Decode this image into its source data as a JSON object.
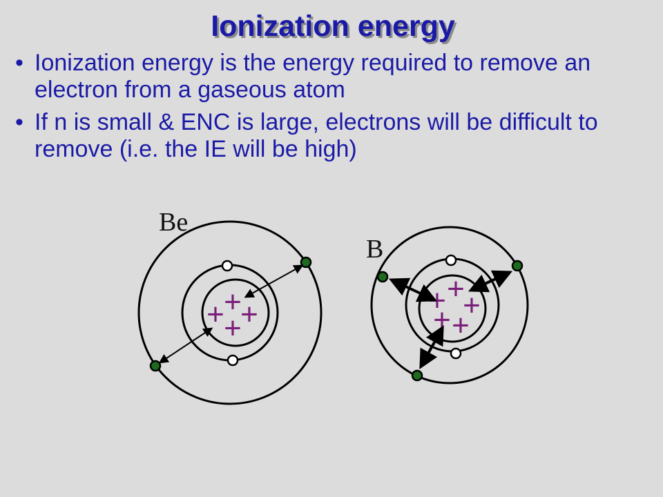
{
  "slide": {
    "title": "Ionization energy",
    "bullet_marker": "•",
    "bullets": [
      "Ionization energy is the energy required to remove an electron from a gaseous atom",
      "If n is small & ENC is large, electrons will be difficult to remove (i.e. the IE will be high)"
    ]
  },
  "diagram": {
    "atoms": [
      {
        "symbol": "Be",
        "nucleus_charge_symbol": "+",
        "protons": 4,
        "inner_electrons": 2,
        "outer_electrons": 2
      },
      {
        "symbol": "B",
        "nucleus_charge_symbol": "+",
        "protons": 5,
        "inner_electrons": 2,
        "outer_electrons": 3
      }
    ],
    "colors": {
      "text": "#1a1aa6",
      "title_shadow": "#8c8c8c",
      "proton": "#7a1e7a",
      "outer_electron": "#1e6b1e",
      "inner_electron": "#ffffff",
      "orbit": "#000000",
      "background": "#dcdcdc"
    }
  }
}
